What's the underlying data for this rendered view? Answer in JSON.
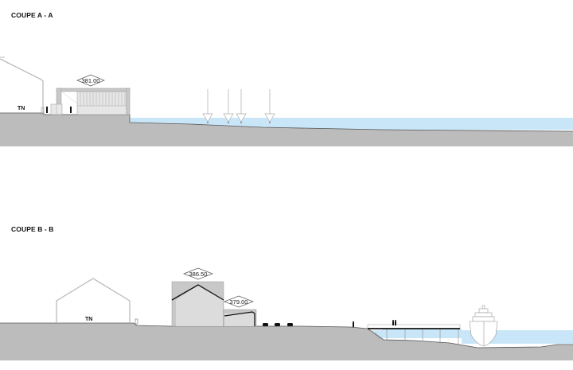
{
  "sections": [
    {
      "id": "A",
      "title": "COUPE A - A",
      "ground_label": "TN",
      "levels": [
        "381.00"
      ],
      "elements": [
        "existing-house-outline",
        "pavilion-building",
        "people",
        "water-basin",
        "anchor-markers"
      ],
      "anchor_count": 4
    },
    {
      "id": "B",
      "title": "COUPE B - B",
      "ground_label": "TN",
      "levels": [
        "386.50",
        "379.00"
      ],
      "elements": [
        "existing-house-outline",
        "main-building",
        "annex-building",
        "shrubs",
        "person",
        "pier",
        "boat",
        "water-basin"
      ]
    }
  ],
  "colors": {
    "ground": "#bcbcbc",
    "ground_edge": "#555555",
    "water": "#c9e6f8",
    "outline": "#bbbbbb",
    "wall": "#c8c8c8",
    "building_fill": "#dcdcdc",
    "roof_line": "#111111"
  }
}
